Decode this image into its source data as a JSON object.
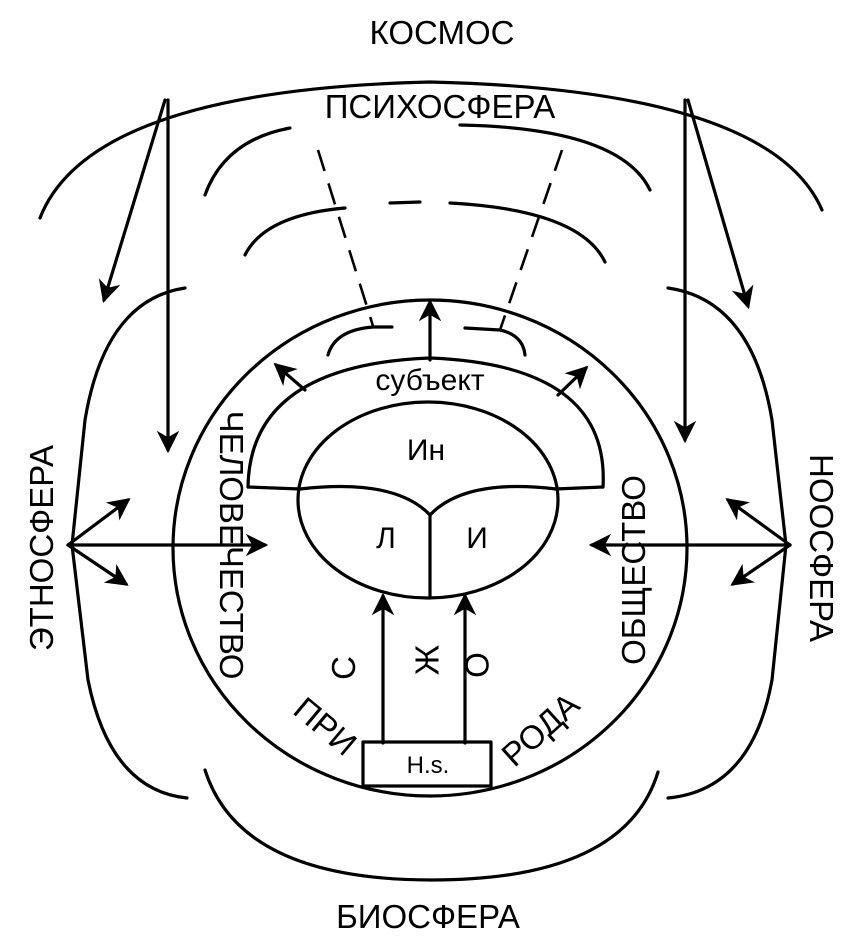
{
  "labels": {
    "cosmos": "КОСМОС",
    "psychosphere": "ПСИХОСФЕРА",
    "ethnosphere": "ЭТНОСФЕРА",
    "noosphere": "НООСФЕРА",
    "biosphere": "БИОСФЕРА",
    "humanity": "ЧЕЛОВЕЧЕСТВО",
    "society": "ОБЩЕСТВО",
    "subject": "субъект",
    "in": "Ин",
    "l": "Л",
    "i": "И",
    "s": "С",
    "zh": "Ж",
    "o": "О",
    "pri": "ПРИ",
    "roda": "РОДА",
    "hs": "H.s."
  }
}
